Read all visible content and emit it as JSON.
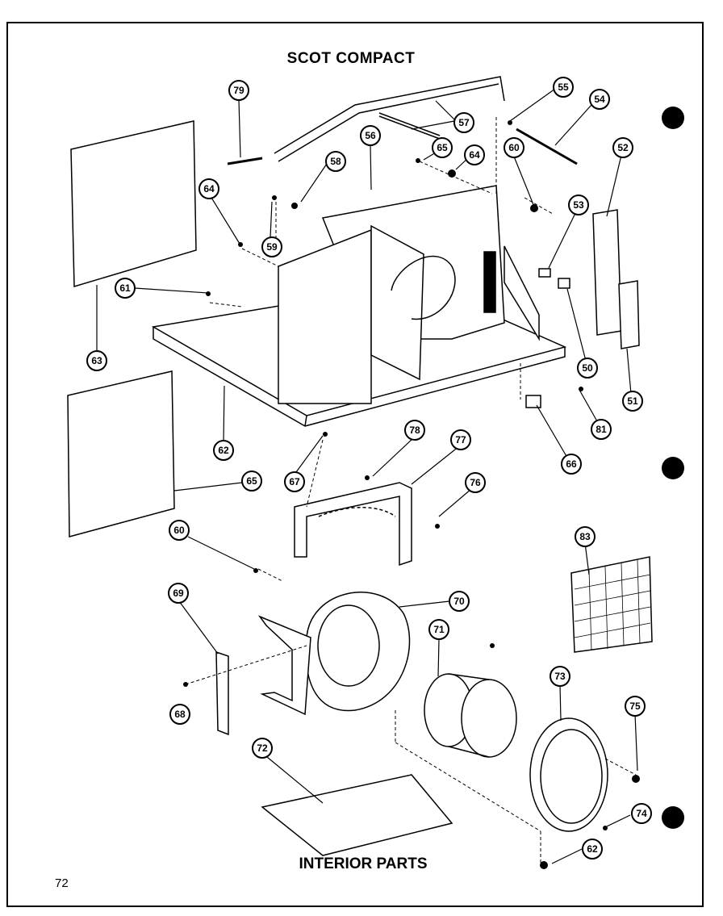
{
  "header": {
    "title": "SCOT COMPACT"
  },
  "footer": {
    "section_title": "INTERIOR PARTS",
    "page_number": "72"
  },
  "callouts": [
    "79",
    "57",
    "55",
    "54",
    "56",
    "58",
    "65",
    "64",
    "60",
    "52",
    "64",
    "59",
    "53",
    "61",
    "50",
    "63",
    "51",
    "81",
    "66",
    "62",
    "67",
    "78",
    "77",
    "76",
    "65",
    "60",
    "83",
    "69",
    "70",
    "71",
    "73",
    "68",
    "75",
    "72",
    "74",
    "62"
  ]
}
